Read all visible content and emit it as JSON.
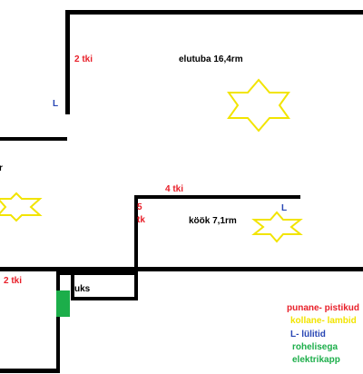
{
  "rooms": {
    "living_room": "elutuba 16,4rm",
    "kitchen": "köök 7,1rm",
    "door": "uks",
    "left_fragment": "r"
  },
  "outlets": {
    "living_room_left": "2 tki",
    "kitchen_top": "4 tki",
    "kitchen_left_digit": "5",
    "kitchen_left_unit": "tk",
    "bottom_left": "2 tki"
  },
  "switches": {
    "living_room": "L",
    "kitchen": "L"
  },
  "legend": {
    "outlets": "punane- pistikud",
    "lamps": "kollane- lambid",
    "switches": "L- lülitid",
    "cabinet_line1": "rohelisega",
    "cabinet_line2": "elektrikapp"
  },
  "colors": {
    "walls": "#000000",
    "outlets": "#e8202a",
    "lamps": "#f2e400",
    "switches": "#2846b4",
    "cabinet": "#1cae4a"
  },
  "icons": {
    "lamp": "six-point-star-icon",
    "electrical_cabinet": "green-rectangle-icon"
  }
}
